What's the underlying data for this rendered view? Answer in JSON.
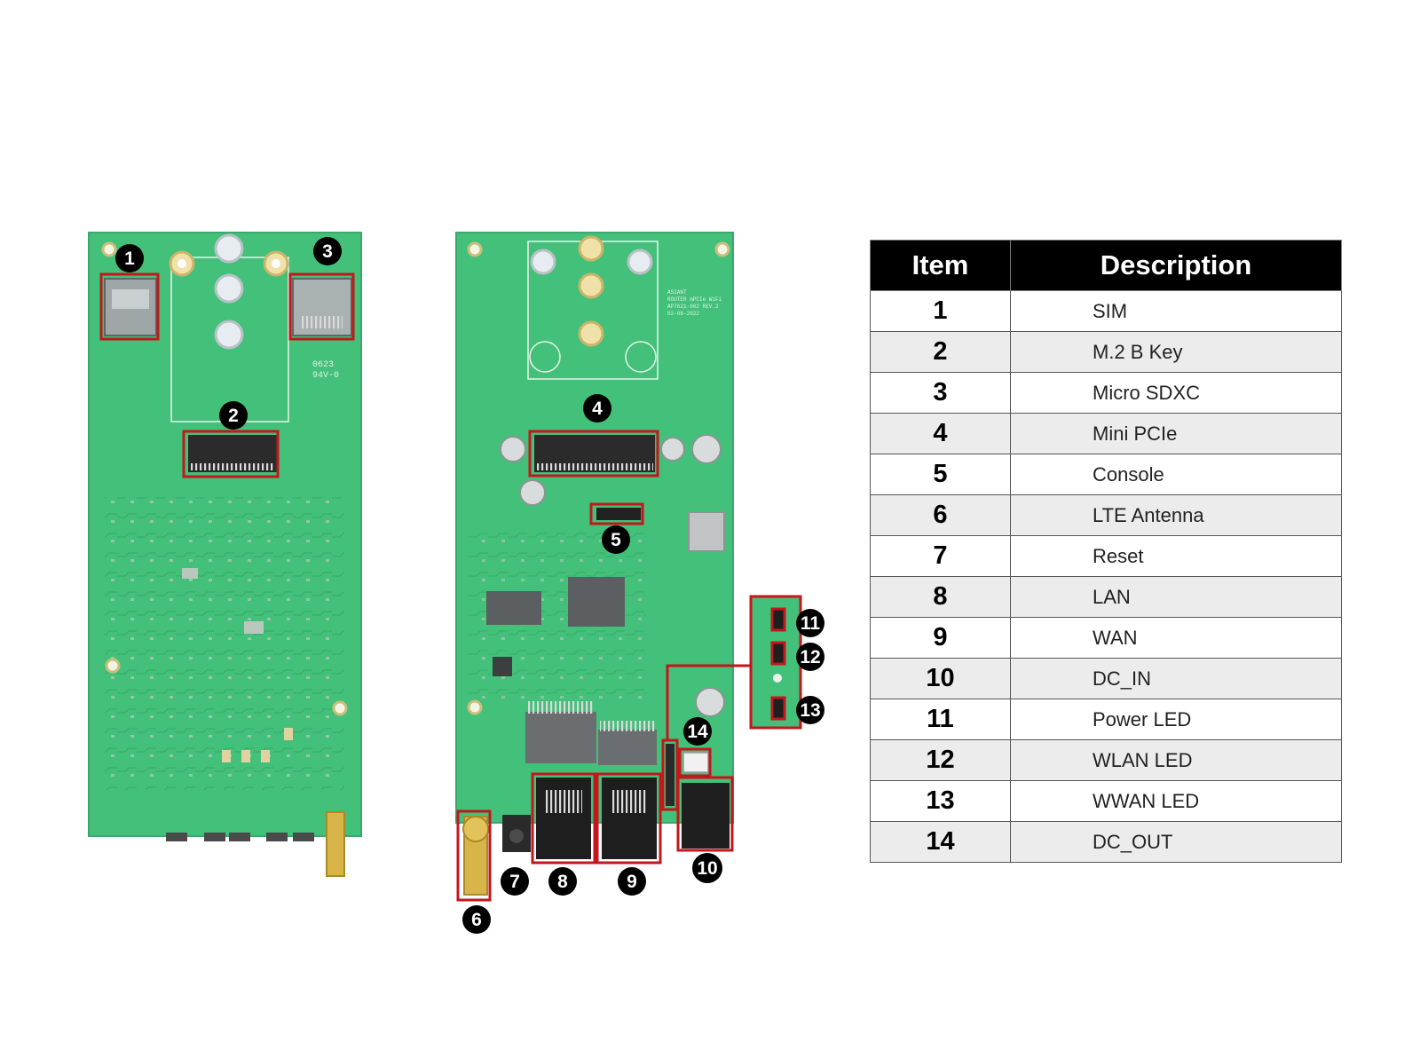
{
  "table": {
    "header": {
      "item": "Item",
      "description": "Description"
    },
    "rows": [
      {
        "item": "1",
        "description": "SIM"
      },
      {
        "item": "2",
        "description": "M.2 B Key"
      },
      {
        "item": "3",
        "description": "Micro SDXC"
      },
      {
        "item": "4",
        "description": "Mini PCIe"
      },
      {
        "item": "5",
        "description": "Console"
      },
      {
        "item": "6",
        "description": "LTE Antenna"
      },
      {
        "item": "7",
        "description": "Reset"
      },
      {
        "item": "8",
        "description": "LAN"
      },
      {
        "item": "9",
        "description": "WAN"
      },
      {
        "item": "10",
        "description": "DC_IN"
      },
      {
        "item": "11",
        "description": "Power LED"
      },
      {
        "item": "12",
        "description": "WLAN LED"
      },
      {
        "item": "13",
        "description": "WWAN LED"
      },
      {
        "item": "14",
        "description": "DC_OUT"
      }
    ]
  },
  "board_markings": {
    "left_code": "0623",
    "left_rating": "94V-0",
    "right_line1": "ASIANT",
    "right_line2": "ROUTER mPCIe WiFi",
    "right_line3": "AP7621-002 REV.2",
    "right_line4": "02-06-2022"
  },
  "callouts": [
    "1",
    "2",
    "3",
    "4",
    "5",
    "6",
    "7",
    "8",
    "9",
    "10",
    "11",
    "12",
    "13",
    "14"
  ],
  "colors": {
    "pcb": "#43c079",
    "pcb_dark": "#2f9c5c",
    "highlight_box": "#c4161c",
    "callout_fill": "#000000",
    "table_header": "#000000",
    "table_alt_row": "#ececec"
  }
}
